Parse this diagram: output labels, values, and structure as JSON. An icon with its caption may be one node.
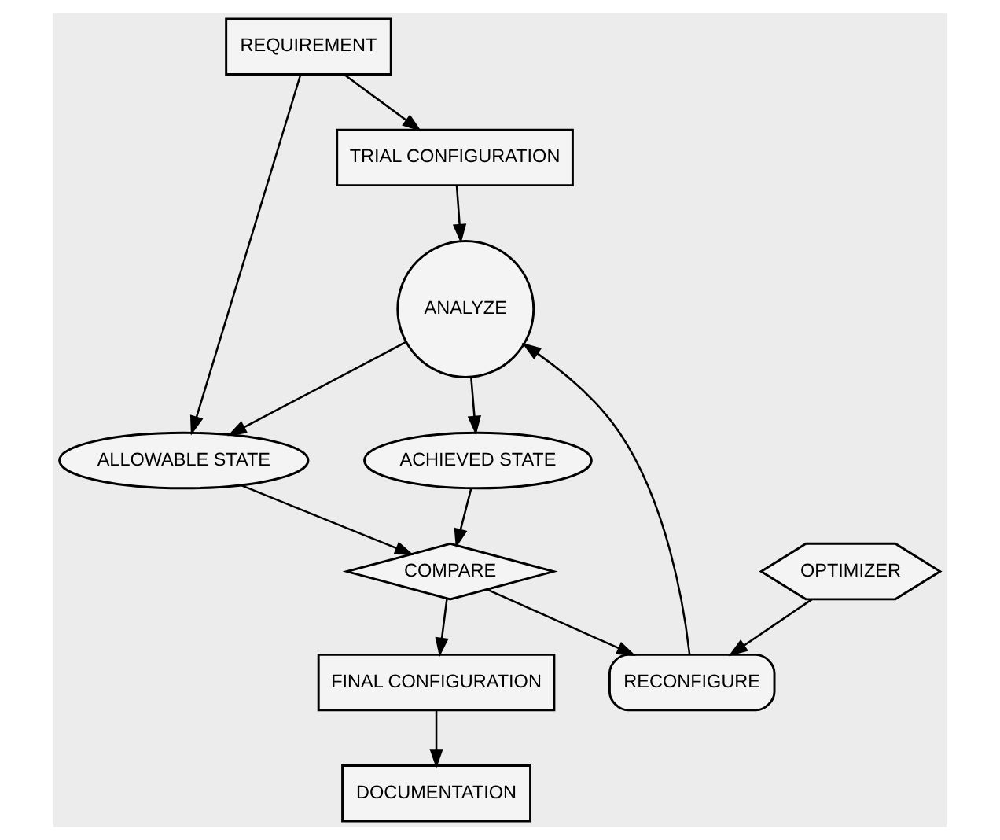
{
  "diagram": {
    "nodes": [
      {
        "text": [
          "REQUIREMENT"
        ]
      },
      {
        "text": [
          "ANALYZE"
        ]
      },
      {
        "text": [
          "TRIAL CONFIGURATION"
        ]
      },
      {
        "text": [
          "ALLOWABLE STATE"
        ]
      },
      {
        "text": [
          "ACHIEVED STATE"
        ]
      },
      {
        "text": [
          "RECONFIGURE"
        ]
      },
      {
        "text": [
          "COMPARE"
        ]
      },
      {
        "text": [
          "OPTIMIZER"
        ]
      },
      {
        "text": [
          "FINAL CONFIGURATION"
        ]
      },
      {
        "text": [
          "DOCUMENTATION"
        ]
      }
    ],
    "edges": [
      {
        "from": 0,
        "to": 2,
        "arrow": "to"
      },
      {
        "from": 0,
        "to": 3,
        "arrow": "to"
      },
      {
        "from": 2,
        "to": 1,
        "arrow": "to"
      },
      {
        "from": 1,
        "to": 3,
        "arrow": "to"
      },
      {
        "from": 1,
        "to": 4,
        "arrow": "to"
      },
      {
        "from": 3,
        "to": 6,
        "arrow": "to"
      },
      {
        "from": 4,
        "to": 6,
        "arrow": "to"
      },
      {
        "from": 6,
        "to": 5,
        "arrow": "to"
      },
      {
        "from": 5,
        "to": 1,
        "arrow": "to"
      },
      {
        "from": 7,
        "to": 5,
        "arrow": "to"
      },
      {
        "from": 6,
        "to": 8,
        "arrow": "to"
      },
      {
        "from": 8,
        "to": 9,
        "arrow": "to"
      }
    ]
  }
}
